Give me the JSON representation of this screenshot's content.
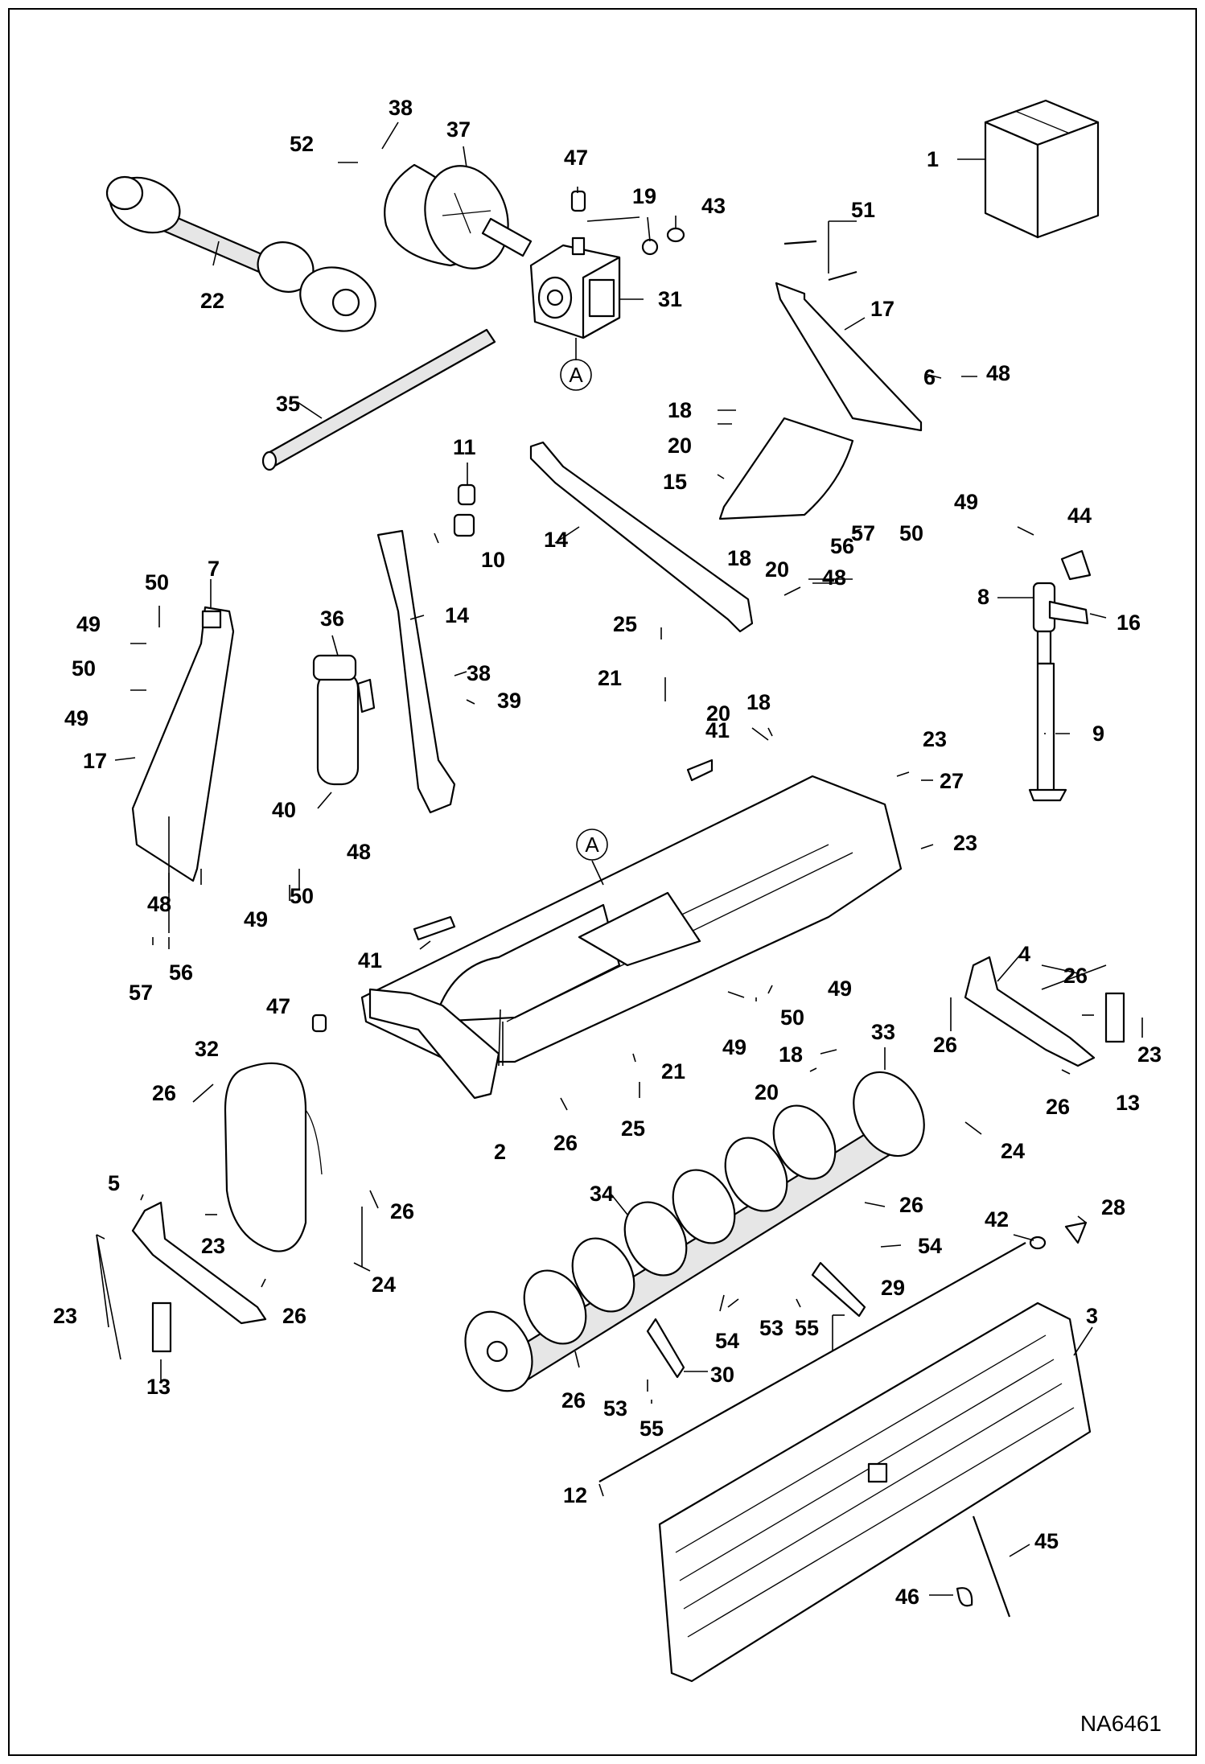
{
  "drawing_id": "NA6461",
  "reference_label": "A",
  "callouts": [
    {
      "id": "c1",
      "text": "1"
    },
    {
      "id": "c2",
      "text": "2"
    },
    {
      "id": "c3",
      "text": "3"
    },
    {
      "id": "c4",
      "text": "4"
    },
    {
      "id": "c5",
      "text": "5"
    },
    {
      "id": "c6",
      "text": "6"
    },
    {
      "id": "c7",
      "text": "7"
    },
    {
      "id": "c8",
      "text": "8"
    },
    {
      "id": "c9",
      "text": "9"
    },
    {
      "id": "c10",
      "text": "10"
    },
    {
      "id": "c11",
      "text": "11"
    },
    {
      "id": "c12",
      "text": "12"
    },
    {
      "id": "c13a",
      "text": "13"
    },
    {
      "id": "c13b",
      "text": "13"
    },
    {
      "id": "c14a",
      "text": "14"
    },
    {
      "id": "c14b",
      "text": "14"
    },
    {
      "id": "c15",
      "text": "15"
    },
    {
      "id": "c16",
      "text": "16"
    },
    {
      "id": "c17a",
      "text": "17"
    },
    {
      "id": "c17b",
      "text": "17"
    },
    {
      "id": "c18a",
      "text": "18"
    },
    {
      "id": "c18b",
      "text": "18"
    },
    {
      "id": "c18c",
      "text": "18"
    },
    {
      "id": "c18d",
      "text": "18"
    },
    {
      "id": "c19",
      "text": "19"
    },
    {
      "id": "c20a",
      "text": "20"
    },
    {
      "id": "c20b",
      "text": "20"
    },
    {
      "id": "c20c",
      "text": "20"
    },
    {
      "id": "c20d",
      "text": "20"
    },
    {
      "id": "c21a",
      "text": "21"
    },
    {
      "id": "c21b",
      "text": "21"
    },
    {
      "id": "c22",
      "text": "22"
    },
    {
      "id": "c23a",
      "text": "23"
    },
    {
      "id": "c23b",
      "text": "23"
    },
    {
      "id": "c23c",
      "text": "23"
    },
    {
      "id": "c23d",
      "text": "23"
    },
    {
      "id": "c23e",
      "text": "23"
    },
    {
      "id": "c24a",
      "text": "24"
    },
    {
      "id": "c24b",
      "text": "24"
    },
    {
      "id": "c25a",
      "text": "25"
    },
    {
      "id": "c25b",
      "text": "25"
    },
    {
      "id": "c26a",
      "text": "26"
    },
    {
      "id": "c26b",
      "text": "26"
    },
    {
      "id": "c26c",
      "text": "26"
    },
    {
      "id": "c26d",
      "text": "26"
    },
    {
      "id": "c26e",
      "text": "26"
    },
    {
      "id": "c26f",
      "text": "26"
    },
    {
      "id": "c26g",
      "text": "26"
    },
    {
      "id": "c26h",
      "text": "26"
    },
    {
      "id": "c26i",
      "text": "26"
    },
    {
      "id": "c27",
      "text": "27"
    },
    {
      "id": "c28",
      "text": "28"
    },
    {
      "id": "c29",
      "text": "29"
    },
    {
      "id": "c30",
      "text": "30"
    },
    {
      "id": "c31",
      "text": "31"
    },
    {
      "id": "c32",
      "text": "32"
    },
    {
      "id": "c33",
      "text": "33"
    },
    {
      "id": "c34",
      "text": "34"
    },
    {
      "id": "c35",
      "text": "35"
    },
    {
      "id": "c36",
      "text": "36"
    },
    {
      "id": "c37",
      "text": "37"
    },
    {
      "id": "c38a",
      "text": "38"
    },
    {
      "id": "c38b",
      "text": "38"
    },
    {
      "id": "c39",
      "text": "39"
    },
    {
      "id": "c40",
      "text": "40"
    },
    {
      "id": "c41a",
      "text": "41"
    },
    {
      "id": "c41b",
      "text": "41"
    },
    {
      "id": "c42",
      "text": "42"
    },
    {
      "id": "c43",
      "text": "43"
    },
    {
      "id": "c44",
      "text": "44"
    },
    {
      "id": "c45",
      "text": "45"
    },
    {
      "id": "c46",
      "text": "46"
    },
    {
      "id": "c47a",
      "text": "47"
    },
    {
      "id": "c47b",
      "text": "47"
    },
    {
      "id": "c48a",
      "text": "48"
    },
    {
      "id": "c48b",
      "text": "48"
    },
    {
      "id": "c48c",
      "text": "48"
    },
    {
      "id": "c48d",
      "text": "48"
    },
    {
      "id": "c49a",
      "text": "49"
    },
    {
      "id": "c49b",
      "text": "49"
    },
    {
      "id": "c49c",
      "text": "49"
    },
    {
      "id": "c49d",
      "text": "49"
    },
    {
      "id": "c49e",
      "text": "49"
    },
    {
      "id": "c49f",
      "text": "49"
    },
    {
      "id": "c50a",
      "text": "50"
    },
    {
      "id": "c50b",
      "text": "50"
    },
    {
      "id": "c50c",
      "text": "50"
    },
    {
      "id": "c50d",
      "text": "50"
    },
    {
      "id": "c50e",
      "text": "50"
    },
    {
      "id": "c51",
      "text": "51"
    },
    {
      "id": "c52",
      "text": "52"
    },
    {
      "id": "c53a",
      "text": "53"
    },
    {
      "id": "c53b",
      "text": "53"
    },
    {
      "id": "c54a",
      "text": "54"
    },
    {
      "id": "c54b",
      "text": "54"
    },
    {
      "id": "c55a",
      "text": "55"
    },
    {
      "id": "c55b",
      "text": "55"
    },
    {
      "id": "c56a",
      "text": "56"
    },
    {
      "id": "c56b",
      "text": "56"
    },
    {
      "id": "c57a",
      "text": "57"
    },
    {
      "id": "c57b",
      "text": "57"
    }
  ]
}
